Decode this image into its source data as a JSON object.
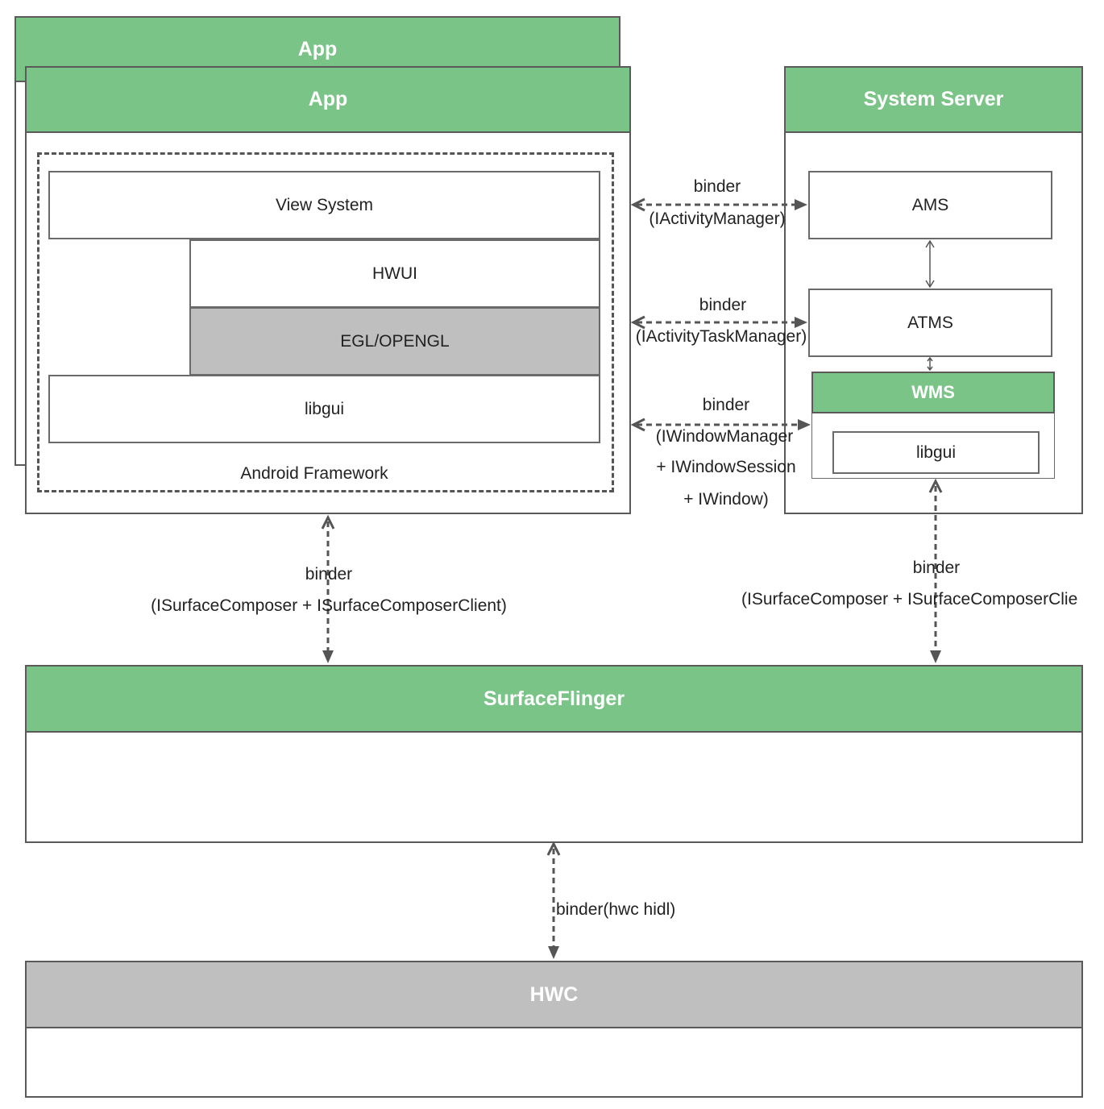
{
  "app_back": {
    "title": "App"
  },
  "app": {
    "title": "App",
    "framework_label": "Android Framework",
    "view_system": "View System",
    "hwui": "HWUI",
    "egl": "EGL/OPENGL",
    "libgui": "libgui"
  },
  "system_server": {
    "title": "System Server",
    "ams": "AMS",
    "atms": "ATMS",
    "wms": "WMS",
    "libgui": "libgui"
  },
  "links": {
    "ams": {
      "line1": "binder",
      "line2": "(IActivityManager)"
    },
    "atms": {
      "line1": "binder",
      "line2": "(IActivityTaskManager)"
    },
    "wms": {
      "line1": "binder",
      "line2": "(IWindowManager",
      "line3": "+ IWindowSession",
      "line4": "+ IWindow)"
    },
    "app_sf": {
      "line1": "binder",
      "line2": "(ISurfaceComposer + ISurfaceComposerClient)"
    },
    "ss_sf": {
      "line1": "binder",
      "line2": "(ISurfaceComposer + ISurfaceComposerClie"
    },
    "sf_hwc": {
      "line1": "binder(hwc hidl)"
    }
  },
  "surfaceflinger": {
    "title": "SurfaceFlinger"
  },
  "hwc": {
    "title": "HWC"
  }
}
